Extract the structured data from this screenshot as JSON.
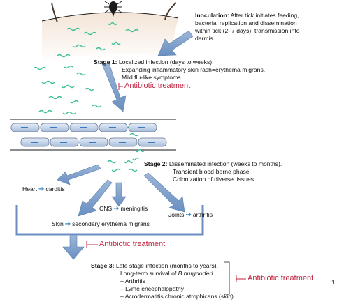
{
  "inoculation": {
    "title": "Inoculation:",
    "text1": "After tick initiates feeding,",
    "text2": "bacterial replication and dissemination",
    "text3": "within tick (2–7 days), transmission into",
    "text4": "dermis."
  },
  "stage1": {
    "title": "Stage 1:",
    "line1": "Localized infection (days to weeks).",
    "line2": "Expanding inflammatory skin rash=erythema migrans.",
    "line3": "Mild flu-like symptoms."
  },
  "stage2": {
    "title": "Stage 2:",
    "line1": "Disseminated infection (weeks to months).",
    "line2": "Transient blood-borne phase.",
    "line3": "Colonization of diverse tissues."
  },
  "stage3": {
    "title": "Stage 3:",
    "line1": "Late stage infection (months to years).",
    "line2a": "Long-term survival of ",
    "line2b": "B.burgdorferi.",
    "items": [
      "– Arthritis",
      "– Lyme encephalopathy",
      "– Acrodermatitis chronic atrophicans (skin)"
    ]
  },
  "antibiotic": {
    "label1": "Antibiotic treatment",
    "label2": "Antibiotic treatment",
    "label3": "Antibiotic treatment"
  },
  "organs": {
    "heart": "Heart",
    "carditis": "carditis",
    "cns": "CNS",
    "meningitis": "meningitis",
    "joints": "Joints",
    "arthritis": "arthritis",
    "skin": "Skin",
    "secondary": "secondary erythema migrans"
  },
  "page_mark": "1",
  "colors": {
    "arrow": "#6e95c4",
    "spirochete": "#3fbf9a",
    "antibiotic": "#c0243f",
    "cell": "#9fb6d6"
  }
}
